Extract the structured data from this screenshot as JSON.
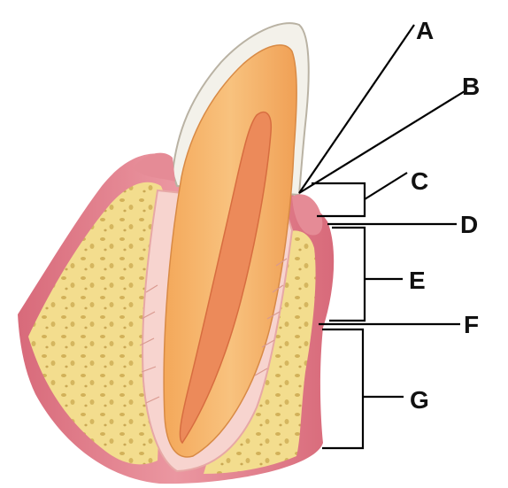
{
  "diagram": {
    "labels": {
      "a": "A",
      "b": "B",
      "c": "C",
      "d": "D",
      "e": "E",
      "f": "F",
      "g": "G"
    },
    "colors": {
      "enamel": "#f3f1ea",
      "dentin": "#f6b266",
      "pulp": "#ec8a5a",
      "gingiva": "#e58b96",
      "gingiva_dark": "#d86a7a",
      "bone": "#f3dd8e",
      "bone_pore": "#c9a64c",
      "ligament": "#f7d4cf",
      "line": "#000000"
    }
  }
}
